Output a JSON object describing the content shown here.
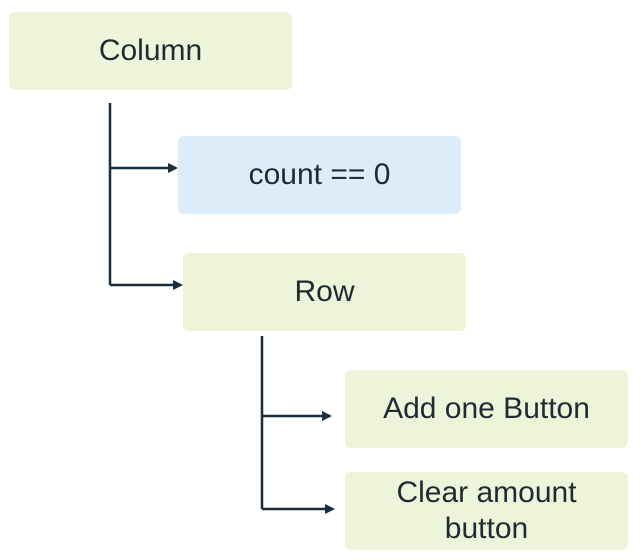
{
  "diagram": {
    "nodes": {
      "column": "Column",
      "condition": "count == 0",
      "row": "Row",
      "add_one": "Add one Button",
      "clear_amount": "Clear amount button"
    },
    "colors": {
      "container_fill": "#eef4d9",
      "condition_fill": "#dcedf9",
      "text": "#1f2a33",
      "connector": "#1b2e3c"
    },
    "edges": [
      {
        "from": "column",
        "to": "condition"
      },
      {
        "from": "column",
        "to": "row"
      },
      {
        "from": "row",
        "to": "add_one"
      },
      {
        "from": "row",
        "to": "clear_amount"
      }
    ]
  }
}
